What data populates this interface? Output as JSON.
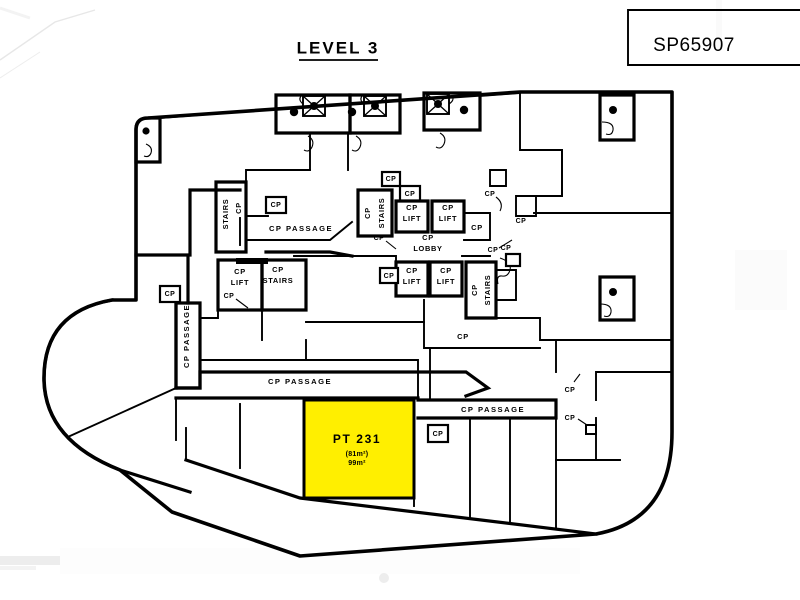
{
  "document": {
    "title": "LEVEL 3",
    "plan_number": "SP65907",
    "background_color": "#ffffff",
    "ink_color": "#000000",
    "highlight_color": "#ffef00"
  },
  "highlighted_lot": {
    "label": "PT 231",
    "area_bracketed": "(81m2)",
    "area_total": "99m2",
    "fill_color": "#ffef00"
  },
  "rooms": [
    {
      "id": "stairs-left",
      "label_line1": "STAIRS",
      "label_line2": "CP",
      "orientation": "vertical"
    },
    {
      "id": "stairs-center",
      "label_line1": "CP",
      "label_line2": "STAIRS",
      "orientation": "vertical"
    },
    {
      "id": "stairs-right",
      "label_line1": "CP",
      "label_line2": "STAIRS",
      "orientation": "vertical"
    },
    {
      "id": "lift-upper-left",
      "label_line1": "CP",
      "label_line2": "LIFT",
      "orientation": "horizontal"
    },
    {
      "id": "lift-upper-right",
      "label_line1": "CP",
      "label_line2": "LIFT",
      "orientation": "horizontal"
    },
    {
      "id": "lift-lower-left",
      "label_line1": "CP",
      "label_line2": "LIFT",
      "orientation": "horizontal"
    },
    {
      "id": "lift-lower-right",
      "label_line1": "CP",
      "label_line2": "LIFT",
      "orientation": "horizontal"
    },
    {
      "id": "lift-mid-left",
      "label_line1": "CP",
      "label_line2": "LIFT",
      "orientation": "horizontal"
    },
    {
      "id": "stairs-mid",
      "label_line1": "CP",
      "label_line2": "STAIRS",
      "orientation": "horizontal"
    },
    {
      "id": "lobby",
      "label_line1": "CP",
      "label_line2": "LOBBY",
      "orientation": "horizontal"
    }
  ],
  "passages": [
    {
      "id": "passage-upper",
      "label": "CP PASSAGE",
      "orientation": "horizontal"
    },
    {
      "id": "passage-left",
      "label": "CP PASSAGE",
      "orientation": "vertical"
    },
    {
      "id": "passage-mid",
      "label": "CP PASSAGE",
      "orientation": "horizontal"
    },
    {
      "id": "passage-lower-right",
      "label": "CP PASSAGE",
      "orientation": "horizontal"
    }
  ],
  "cp_markers": {
    "label": "CP",
    "count": 16
  },
  "large_areas": [
    {
      "id": "cp-open-right",
      "label": "CP"
    },
    {
      "id": "cp-open-center",
      "label": "CP"
    }
  ]
}
